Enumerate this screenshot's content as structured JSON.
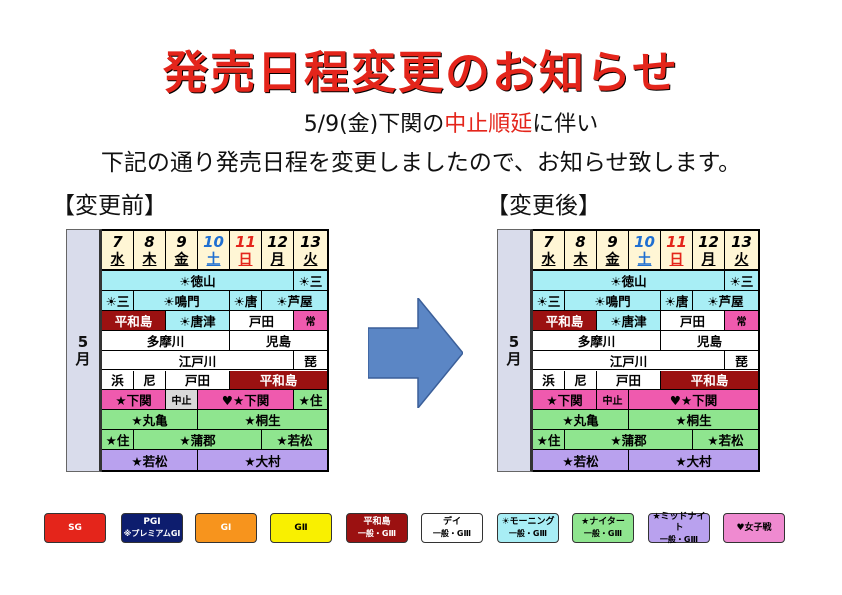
{
  "title": "発売日程変更のお知らせ",
  "subtitle": {
    "pre": "5/9(金)下関の",
    "red": "中止順延",
    "post": "に伴い"
  },
  "subtitle2": "下記の通り発売日程を変更しましたので、お知らせ致します。",
  "before_label": "【変更前】",
  "after_label": "【変更後】",
  "month": {
    "num": "5",
    "unit": "月"
  },
  "colors": {
    "red": "#e4251b",
    "month_bg": "#d9dceb",
    "arrow": "#5b86c5"
  },
  "days": [
    {
      "num": "7",
      "wd": "水",
      "bg": "#fff6d5",
      "color": "#000"
    },
    {
      "num": "8",
      "wd": "木",
      "bg": "#fff6d5",
      "color": "#000"
    },
    {
      "num": "9",
      "wd": "金",
      "bg": "#fff6d5",
      "color": "#000"
    },
    {
      "num": "10",
      "wd": "土",
      "bg": "#fff6d5",
      "color": "#1f6fd1"
    },
    {
      "num": "11",
      "wd": "日",
      "bg": "#fff6d5",
      "color": "#e4251b"
    },
    {
      "num": "12",
      "wd": "月",
      "bg": "#fff6d5",
      "color": "#000"
    },
    {
      "num": "13",
      "wd": "火",
      "bg": "#fff6d5",
      "color": "#000"
    }
  ],
  "before_rows": [
    [
      {
        "span": [
          0,
          6
        ],
        "text": "☀徳山",
        "bg": "#a8eef5"
      },
      {
        "span": [
          6,
          7
        ],
        "text": "☀三",
        "bg": "#a8eef5"
      }
    ],
    [
      {
        "span": [
          0,
          1
        ],
        "text": "☀三",
        "bg": "#a8eef5"
      },
      {
        "span": [
          1,
          4
        ],
        "text": "☀鳴門",
        "bg": "#a8eef5"
      },
      {
        "span": [
          4,
          5
        ],
        "text": "☀唐",
        "bg": "#a8eef5"
      },
      {
        "span": [
          5,
          7
        ],
        "text": "☀芦屋",
        "bg": "#a8eef5"
      }
    ],
    [
      {
        "span": [
          0,
          2
        ],
        "text": "平和島",
        "bg": "#9b1111",
        "color": "#fff"
      },
      {
        "span": [
          2,
          4
        ],
        "text": "☀唐津",
        "bg": "#a8eef5"
      },
      {
        "span": [
          4,
          6
        ],
        "text": "戸田",
        "bg": "#fff"
      },
      {
        "span": [
          6,
          7
        ],
        "text": "常",
        "bg": "#ef5aae",
        "small": true
      }
    ],
    [
      {
        "span": [
          0,
          4
        ],
        "text": "多摩川",
        "bg": "#fff"
      },
      {
        "span": [
          4,
          7
        ],
        "text": "児島",
        "bg": "#fff"
      }
    ],
    [
      {
        "span": [
          0,
          6
        ],
        "text": "江戸川",
        "bg": "#fff"
      },
      {
        "span": [
          6,
          7
        ],
        "text": "琵",
        "bg": "#fff"
      }
    ],
    [
      {
        "span": [
          0,
          1
        ],
        "text": "浜",
        "bg": "#fff"
      },
      {
        "span": [
          1,
          2
        ],
        "text": "尼",
        "bg": "#fff"
      },
      {
        "span": [
          2,
          4
        ],
        "text": "戸田",
        "bg": "#fff"
      },
      {
        "span": [
          4,
          7
        ],
        "text": "平和島",
        "bg": "#9b1111",
        "color": "#fff"
      }
    ],
    [
      {
        "span": [
          0,
          2
        ],
        "text": "★下関",
        "bg": "#ef5aae"
      },
      {
        "span": [
          2,
          3
        ],
        "text": "中止",
        "bg": "#d9d9d9",
        "small": true
      },
      {
        "span": [
          3,
          6
        ],
        "text": "♥★下関",
        "bg": "#ef5aae"
      },
      {
        "span": [
          6,
          7
        ],
        "text": "★住",
        "bg": "#8fe58f"
      }
    ],
    [
      {
        "span": [
          0,
          3
        ],
        "text": "★丸亀",
        "bg": "#8fe58f"
      },
      {
        "span": [
          3,
          7
        ],
        "text": "★桐生",
        "bg": "#8fe58f"
      }
    ],
    [
      {
        "span": [
          0,
          1
        ],
        "text": "★住",
        "bg": "#8fe58f"
      },
      {
        "span": [
          1,
          5
        ],
        "text": "★蒲郡",
        "bg": "#8fe58f"
      },
      {
        "span": [
          5,
          7
        ],
        "text": "★若松",
        "bg": "#8fe58f"
      }
    ],
    [
      {
        "span": [
          0,
          3
        ],
        "text": "★若松",
        "bg": "#b9a1ee"
      },
      {
        "span": [
          3,
          7
        ],
        "text": "★大村",
        "bg": "#b9a1ee"
      }
    ]
  ],
  "after_rows": [
    [
      {
        "span": [
          0,
          6
        ],
        "text": "☀徳山",
        "bg": "#a8eef5"
      },
      {
        "span": [
          6,
          7
        ],
        "text": "☀三",
        "bg": "#a8eef5"
      }
    ],
    [
      {
        "span": [
          0,
          1
        ],
        "text": "☀三",
        "bg": "#a8eef5"
      },
      {
        "span": [
          1,
          4
        ],
        "text": "☀鳴門",
        "bg": "#a8eef5"
      },
      {
        "span": [
          4,
          5
        ],
        "text": "☀唐",
        "bg": "#a8eef5"
      },
      {
        "span": [
          5,
          7
        ],
        "text": "☀芦屋",
        "bg": "#a8eef5"
      }
    ],
    [
      {
        "span": [
          0,
          2
        ],
        "text": "平和島",
        "bg": "#9b1111",
        "color": "#fff"
      },
      {
        "span": [
          2,
          4
        ],
        "text": "☀唐津",
        "bg": "#a8eef5"
      },
      {
        "span": [
          4,
          6
        ],
        "text": "戸田",
        "bg": "#fff"
      },
      {
        "span": [
          6,
          7
        ],
        "text": "常",
        "bg": "#ef5aae",
        "small": true
      }
    ],
    [
      {
        "span": [
          0,
          4
        ],
        "text": "多摩川",
        "bg": "#fff"
      },
      {
        "span": [
          4,
          7
        ],
        "text": "児島",
        "bg": "#fff"
      }
    ],
    [
      {
        "span": [
          0,
          6
        ],
        "text": "江戸川",
        "bg": "#fff"
      },
      {
        "span": [
          6,
          7
        ],
        "text": "琵",
        "bg": "#fff"
      }
    ],
    [
      {
        "span": [
          0,
          1
        ],
        "text": "浜",
        "bg": "#fff"
      },
      {
        "span": [
          1,
          2
        ],
        "text": "尼",
        "bg": "#fff"
      },
      {
        "span": [
          2,
          4
        ],
        "text": "戸田",
        "bg": "#fff"
      },
      {
        "span": [
          4,
          7
        ],
        "text": "平和島",
        "bg": "#9b1111",
        "color": "#fff"
      }
    ],
    [
      {
        "span": [
          0,
          2
        ],
        "text": "★下関",
        "bg": "#ef5aae"
      },
      {
        "span": [
          2,
          3
        ],
        "text": "中止",
        "bg": "#ef5aae",
        "small": true
      },
      {
        "span": [
          3,
          7
        ],
        "text": "♥★下関",
        "bg": "#ef5aae"
      }
    ],
    [
      {
        "span": [
          0,
          3
        ],
        "text": "★丸亀",
        "bg": "#8fe58f"
      },
      {
        "span": [
          3,
          7
        ],
        "text": "★桐生",
        "bg": "#8fe58f"
      }
    ],
    [
      {
        "span": [
          0,
          1
        ],
        "text": "★住",
        "bg": "#8fe58f"
      },
      {
        "span": [
          1,
          5
        ],
        "text": "★蒲郡",
        "bg": "#8fe58f"
      },
      {
        "span": [
          5,
          7
        ],
        "text": "★若松",
        "bg": "#8fe58f"
      }
    ],
    [
      {
        "span": [
          0,
          3
        ],
        "text": "★若松",
        "bg": "#b9a1ee"
      },
      {
        "span": [
          3,
          7
        ],
        "text": "★大村",
        "bg": "#b9a1ee"
      }
    ]
  ],
  "legend": [
    {
      "lines": [
        "SG"
      ],
      "bg": "#e4251b",
      "color": "#fff"
    },
    {
      "lines": [
        "PGⅠ",
        "※プレミアムGⅠ"
      ],
      "bg": "#0d1d6e",
      "color": "#fff"
    },
    {
      "lines": [
        "GⅠ"
      ],
      "bg": "#f7941d",
      "color": "#fff"
    },
    {
      "lines": [
        "GⅡ"
      ],
      "bg": "#f9f000",
      "color": "#000"
    },
    {
      "lines": [
        "平和島",
        "一般・GⅢ"
      ],
      "bg": "#9b1111",
      "color": "#fff"
    },
    {
      "lines": [
        "デイ",
        "一般・GⅢ"
      ],
      "bg": "#fff",
      "color": "#000"
    },
    {
      "lines": [
        "☀モーニング",
        "一般・GⅢ"
      ],
      "bg": "#a8eef5",
      "color": "#000"
    },
    {
      "lines": [
        "★ナイター",
        "一般・GⅢ"
      ],
      "bg": "#8fe58f",
      "color": "#000"
    },
    {
      "lines": [
        "★ミッドナイト",
        "一般・GⅢ"
      ],
      "bg": "#b9a1ee",
      "color": "#000"
    },
    {
      "lines": [
        "♥女子戦"
      ],
      "bg": "#ef8ad0",
      "color": "#000"
    }
  ]
}
